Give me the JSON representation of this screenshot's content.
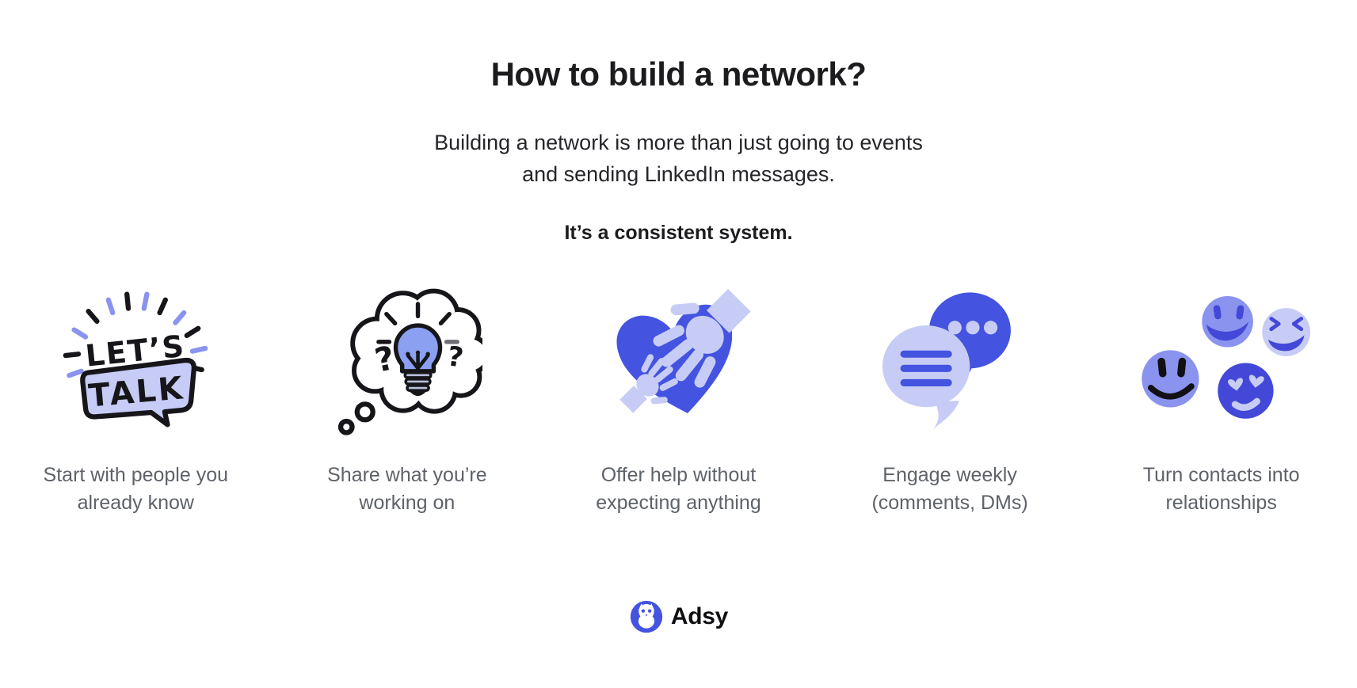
{
  "header": {
    "title": "How to build a network?",
    "subtitle_lines": [
      "Building a network is more than just going to events",
      "and sending LinkedIn messages."
    ],
    "tagline": "It’s a consistent system."
  },
  "steps": [
    {
      "icon": "lets-talk-speech-bubble",
      "lines": [
        "Start with people you",
        "already know"
      ]
    },
    {
      "icon": "thought-cloud-lightbulb",
      "lines": [
        "Share what you’re",
        "working on"
      ]
    },
    {
      "icon": "heart-with-hands",
      "lines": [
        "Offer help without",
        "expecting anything"
      ]
    },
    {
      "icon": "chat-bubbles",
      "lines": [
        "Engage weekly",
        "(comments, DMs)"
      ]
    },
    {
      "icon": "emoji-faces",
      "lines": [
        "Turn contacts into",
        "relationships"
      ]
    }
  ],
  "icon_texts": {
    "lets": "LET’S",
    "talk": "TALK",
    "qmark_left": "?",
    "qmark_right": "?"
  },
  "footer": {
    "brand": "Adsy"
  },
  "colors": {
    "royal": "#4453e0",
    "royal_deep": "#4348d9",
    "peri_light": "#c7ccf6",
    "peri_mid": "#8a93ed",
    "bulb_fill": "#8ba0f0",
    "ink": "#16161a",
    "caption_gray": "#5e6269",
    "bg": "#ffffff"
  }
}
